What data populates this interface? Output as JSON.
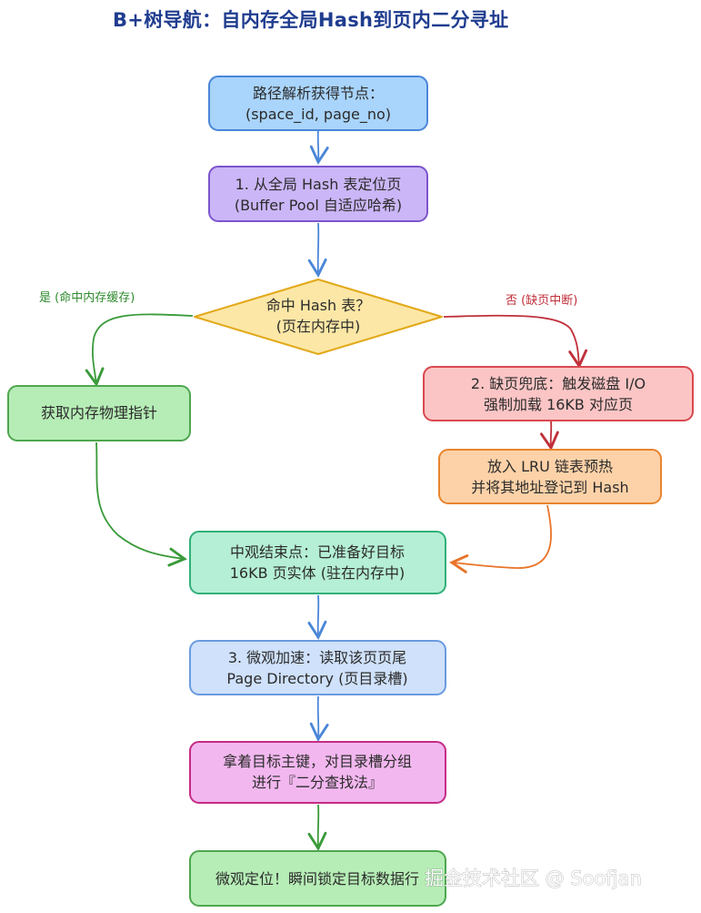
{
  "title": "B+树导航：自内存全局Hash到页内二分寻址",
  "watermark": "掘金技术社区 @ Soofjan",
  "nodes": {
    "start": {
      "line1": "路径解析获得节点：",
      "line2": "(space_id, page_no)",
      "fill": "#a9d4fb",
      "stroke": "#4a86d8"
    },
    "hash_lookup": {
      "line1": "1. 从全局 Hash 表定位页",
      "line2": "(Buffer Pool 自适应哈希)",
      "fill": "#cbb6f7",
      "stroke": "#7b55cc"
    },
    "hit_decision": {
      "line1": "命中 Hash 表？",
      "line2": "(页在内存中)",
      "fill": "#fce7a6",
      "stroke": "#e2a818"
    },
    "get_pointer": {
      "line1": "获取内存物理指针",
      "fill": "#b6edb6",
      "stroke": "#4ea64f"
    },
    "page_fault": {
      "line1": "2. 缺页兜底：触发磁盘 I/O",
      "line2": "强制加载 16KB 对应页",
      "fill": "#fcc5c5",
      "stroke": "#d8484e"
    },
    "lru_warm": {
      "line1": "放入 LRU 链表预热",
      "line2": "并将其地址登记到 Hash",
      "fill": "#fdd2a8",
      "stroke": "#e8842e"
    },
    "macro_end": {
      "line1": "中观结束点：已准备好目标",
      "line2": "16KB 页实体 (驻在内存中)",
      "fill": "#b5efd5",
      "stroke": "#31b07a"
    },
    "micro_speed": {
      "line1": "3. 微观加速：读取该页页尾",
      "line2": "Page Directory (页目录槽)",
      "fill": "#cfe1fb",
      "stroke": "#6b9be0"
    },
    "binary_search": {
      "line1": "拿着目标主键，对目录槽分组",
      "line2": "进行『二分查找法』",
      "fill": "#f2b7ef",
      "stroke": "#c52c86"
    },
    "locate_data": {
      "line1": "微观定位！瞬间锁定目标数据行",
      "fill": "#b6edb6",
      "stroke": "#4ea64f"
    }
  },
  "edges": {
    "yes_label": "是 (命中内存缓存)",
    "no_label": "否 (缺页中断)",
    "yes_color": "#2e8b2e",
    "no_color": "#c0303a",
    "flow_color": "#4a86d8",
    "orange_color": "#e8742a",
    "green_color": "#3a9a3a"
  },
  "colors": {
    "title": "#1f3c8f",
    "text": "#2b2b2b"
  }
}
